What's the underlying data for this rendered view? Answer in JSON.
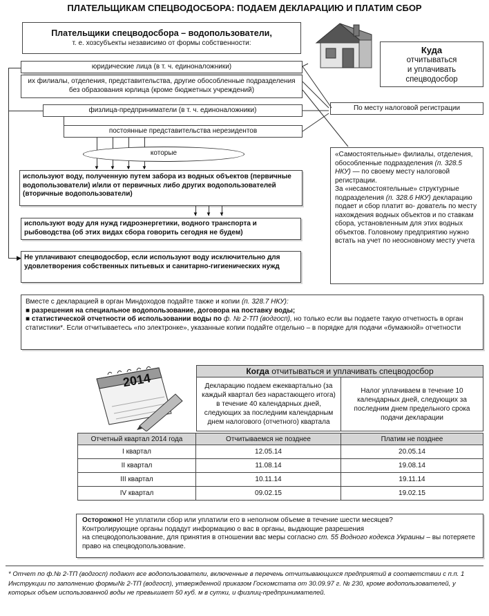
{
  "title": "ПЛАТЕЛЬЩИКАМ СПЕЦВОДОСБОРА: ПОДАЕМ ДЕКЛАРАЦИЮ И ПЛАТИМ СБОР",
  "payers": {
    "heading": "Плательщики спецводосбора – водопользователи,",
    "subheading": "т. е. хозсубъекты независимо от формы собственности:",
    "legal": "юридические лица (в т. ч. единоналожники)",
    "branches": "их филиалы, отделения, представительства, другие обособленные подразделения без образования юрлица (кроме бюджетных учреждений)",
    "fop": "физлица-предприниматели (в т. ч. единоналожники)",
    "nonresidents": "постоянные представительства нерезидентов",
    "which": "которые",
    "use_water": "используют воду, полученную путем забора из водных объектов (первичные водопользователи) и/или от первичных либо других водопользователей (вторичные водопользователи)",
    "hydro": "используют воду для нужд гидроэнергетики, водного транспорта и рыбоводства (об этих видах сбора говорить сегодня не будем)",
    "not_pay": "Не уплачивают спецводосбор, если используют воду исключительно для удовлетворения собственных питьевых и санитарно-гигиенических нужд"
  },
  "where": {
    "title": "Куда",
    "text1": "отчитываться",
    "text2": "и уплачивать",
    "text3": "спецводосбор",
    "tax_registration": "По месту налоговой регистрации",
    "independent_1": "«Самостоятельные» филиалы, отделения, обособленные подразделения",
    "independent_ref": "(п. 328.5 НКУ)",
    "independent_2": "— по своему месту налоговой регистрации.",
    "dependent_1": "За «несамостоятельные» структурные подразделения",
    "dependent_ref": "(п. 328.6 НКУ)",
    "dependent_2": "декларацию подает и сбор платит во-",
    "dependent_3": "дователь по месту нахождения водных объектов и по ставкам сбора, установленным для этих водных объектов. Головному предприятию нужно встать на учет по неосновному месту учета"
  },
  "copies": {
    "intro": "Вместе с декларацией в орган Миндоходов подайте также и копии",
    "intro_ref": "(п. 328.7 НКУ):",
    "item1": "разрешения на специальное водопользование, договора на поставку воды;",
    "item2_bold": "статистической отчетности об использовании воды по",
    "item2_ref": "ф. № 2-ТП (водгосп),",
    "item2_rest": "но только если вы подаете такую отчетность в орган статистики*. Если отчитываетесь «по электронке», указанные копии подайте отдельно – в порядке для подачи «бумажной» отчетности"
  },
  "calendar": {
    "year": "2014"
  },
  "schedule": {
    "title_bold": "Когда",
    "title_rest": "отчитываться и уплачивать спецводосбор",
    "decl_note": "Декларацию подаем ежеквартально (за каждый квартал без нарастающего итога) в течение 40 календарных дней, следующих за последним календарным днем налогового (отчетного) квартала",
    "pay_note": "Налог уплачиваем в течение 10 календарных дней, следующих за последним днем предельного срока подачи декларации",
    "headers": [
      "Отчетный квартал 2014 года",
      "Отчитываемся не позднее",
      "Платим не позднее"
    ],
    "rows": [
      [
        "I квартал",
        "12.05.14",
        "20.05.14"
      ],
      [
        "II квартал",
        "11.08.14",
        "19.08.14"
      ],
      [
        "III квартал",
        "10.11.14",
        "19.11.14"
      ],
      [
        "IV квартал",
        "09.02.15",
        "19.02.15"
      ]
    ]
  },
  "warning": {
    "label": "Осторожно!",
    "text1": "Не уплатили сбор или уплатили его в неполном объеме в течение шести месяцев?",
    "text2": "Контролирующие органы подадут информацию о вас в органы, выдающие разрешения",
    "text3": "на спецводопользование, для принятия в отношении вас меры согласно",
    "text3_ref": "ст. 55 Водного кодекса Украины",
    "text4": "– вы потеряете право на спецводопользование."
  },
  "footnote": "* Отчет по ф.№ 2-ТП (водгосп) подают все водопользователи, включенные в перечень отчитывающихся предприятий в соответствии с п.п. 1 Инструкции по заполнению формы№ 2-ТП (водгосп), утвержденной приказом Госкомстата от 30.09.97 г. № 230, кроме водопользователей, у которых объем использованной воды не превышает 50 куб. м в сутки, и физлиц-предпринимателей."
}
